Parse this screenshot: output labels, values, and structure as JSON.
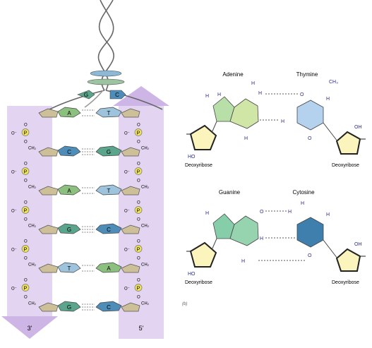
{
  "ladder": {
    "strand_left_end": "3'",
    "strand_right_end": "5'",
    "phosphate_symbol": "P",
    "oxygen": "O",
    "o_minus": "O⁻",
    "ch2": "CH₂",
    "h": "H",
    "rungs": [
      {
        "left": "A",
        "right": "T",
        "bonds": 2
      },
      {
        "left": "C",
        "right": "G",
        "bonds": 3
      },
      {
        "left": "A",
        "right": "T",
        "bonds": 2
      },
      {
        "left": "G",
        "right": "C",
        "bonds": 3
      },
      {
        "left": "T",
        "right": "A",
        "bonds": 2
      },
      {
        "left": "G",
        "right": "C",
        "bonds": 3
      }
    ],
    "helix_top_letters": [
      "G",
      "C"
    ],
    "colors": {
      "band": "#d8c6ec",
      "arrow": "#cdb5e6",
      "sugar": "#cdbf98",
      "phosphate": "#ede05a",
      "A": "#8cc07e",
      "T": "#9ec4dd",
      "G": "#5aa58c",
      "C": "#4d8db8"
    }
  },
  "at_pair": {
    "left_name": "Adenine",
    "right_name": "Thymine",
    "sugar_label_left": "Deoxyribose",
    "sugar_label_right": "Deoxyribose",
    "ho": "HO",
    "oh": "OH",
    "ch3": "CH₃"
  },
  "gc_pair": {
    "left_name": "Guanine",
    "right_name": "Cytosine",
    "sugar_label_left": "Deoxyribose",
    "sugar_label_right": "Deoxyribose",
    "ho": "HO",
    "oh": "OH"
  },
  "panel_label": "(b)",
  "colors": {
    "adenine": "#c8e4a4",
    "thymine": "#b4d2ee",
    "guanine": "#8ed2ac",
    "cytosine": "#3f7fae",
    "sugar": "#fbf4bc",
    "atom": "#2b2b8a"
  }
}
